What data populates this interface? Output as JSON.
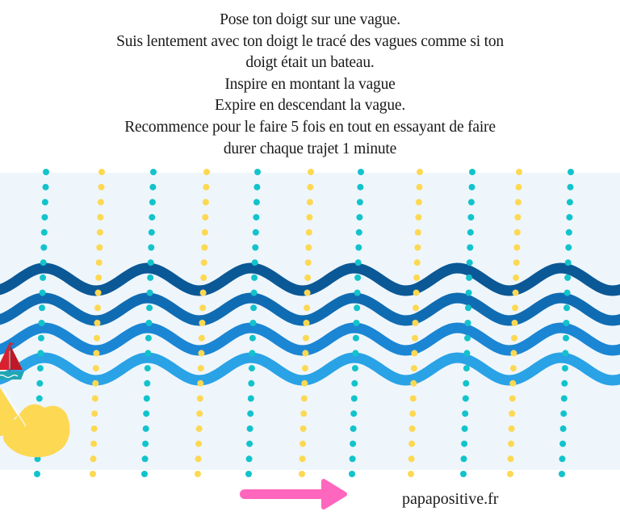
{
  "instructions": [
    "Pose ton doigt sur une vague.",
    "Suis lentement avec ton doigt le tracé des vagues comme si ton",
    "doigt était un bateau.",
    "Inspire en montant la vague",
    "Expire en descendant la vague.",
    "Recommence pour le faire 5 fois en tout en essayant de faire",
    "durer chaque trajet 1 minute"
  ],
  "credit": "papapositive.fr",
  "colors": {
    "band": "#eef6fb",
    "waves": [
      "#0b5896",
      "#106cb2",
      "#1b86d4",
      "#2aa2e6"
    ],
    "dot_teal": "#12c3cc",
    "dot_yellow": "#fdd853",
    "arrow": "#ff66bd",
    "hand": "#fdd853"
  },
  "icons": [
    "sailboat-icon",
    "pointing-hand-icon",
    "arrow-right-icon"
  ]
}
